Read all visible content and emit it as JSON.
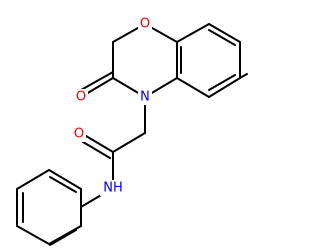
{
  "structure": {
    "atoms": {
      "ring_oxygen": {
        "symbol": "O",
        "color": "#ff0000"
      },
      "carbonyl_oxygen_lactam": {
        "symbol": "O",
        "color": "#ff0000"
      },
      "ring_nitrogen": {
        "symbol": "N",
        "color": "#0000ff"
      },
      "amide_oxygen": {
        "symbol": "O",
        "color": "#ff0000"
      },
      "amide_nh": {
        "symbol": "NH",
        "color": "#0000ff"
      }
    },
    "bond_color": "#000000",
    "background_color": "#ffffff"
  }
}
